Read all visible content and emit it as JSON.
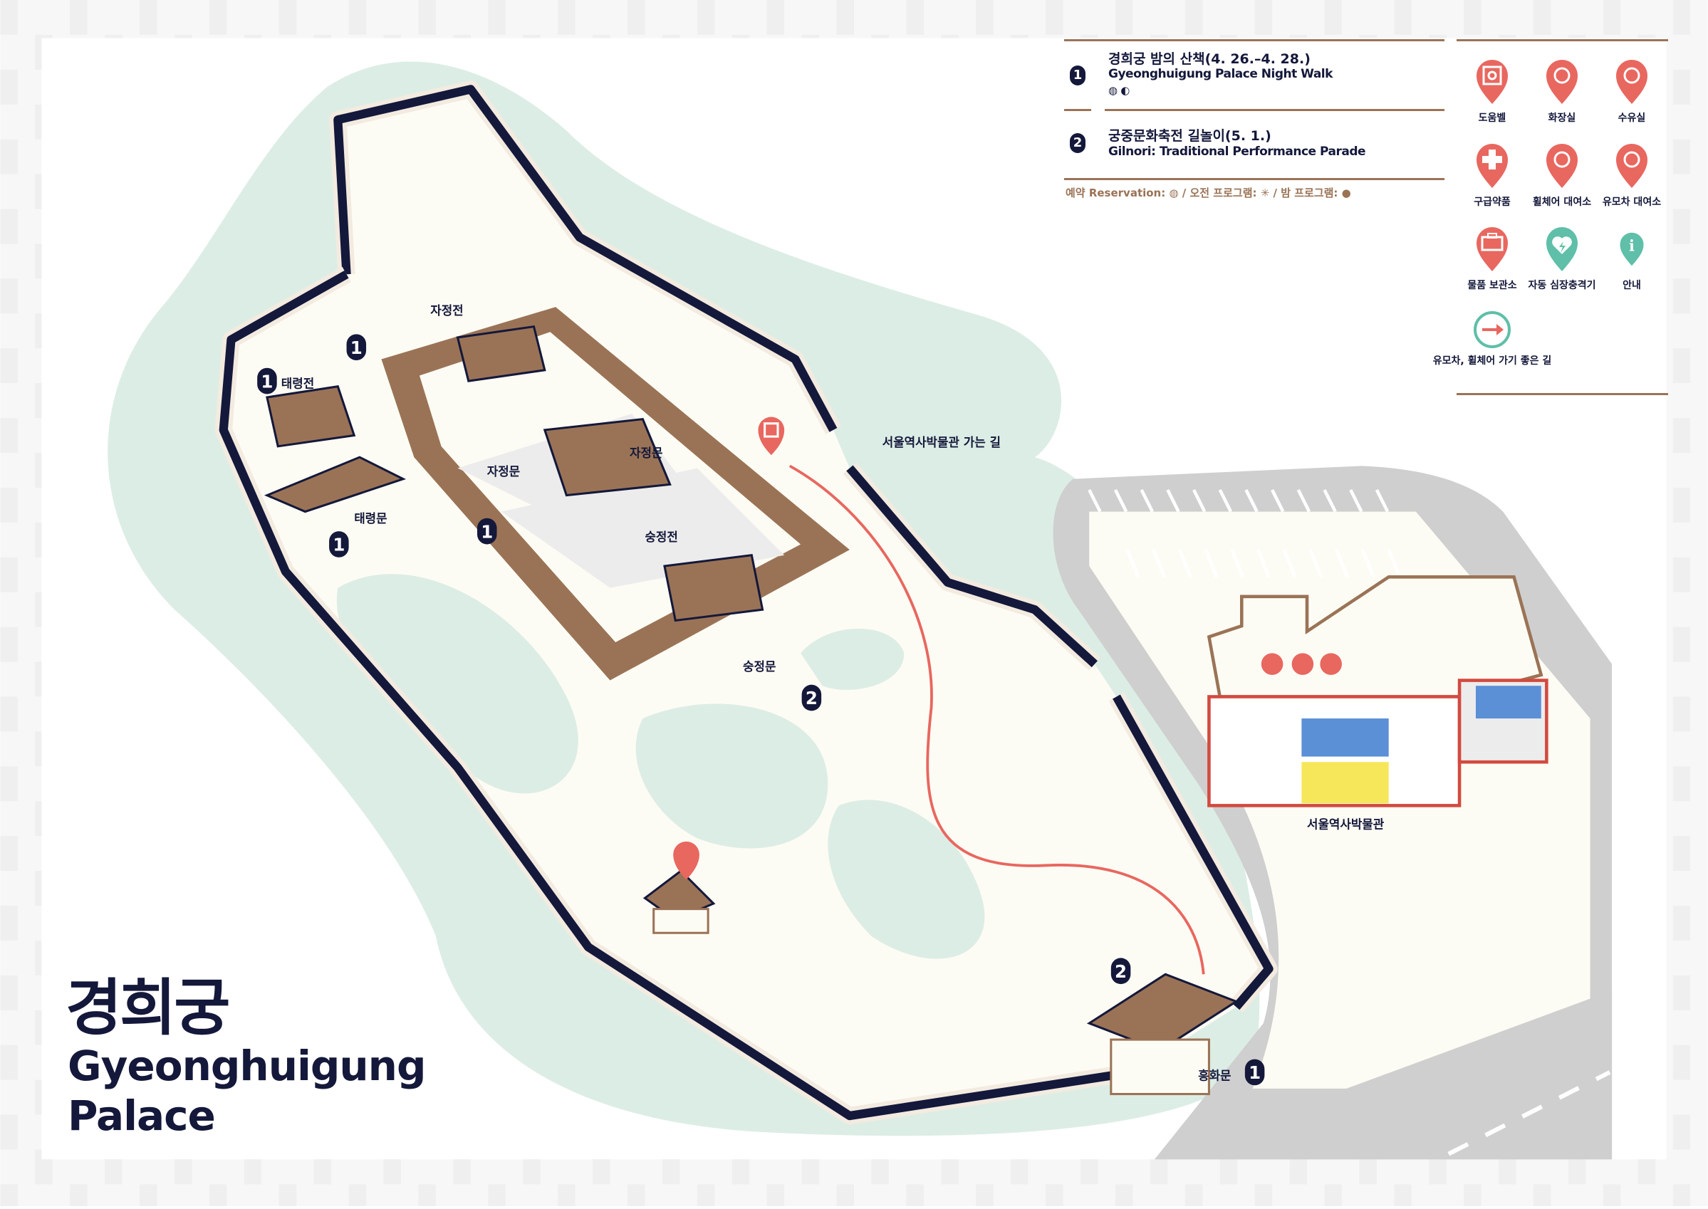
{
  "title": {
    "korean": "경희궁",
    "english_line1": "Gyeonghuigung",
    "english_line2": "Palace"
  },
  "events": [
    {
      "number": "1",
      "korean": "경희궁 밤의 산책(4. 26.–4. 28.)",
      "english": "Gyeonghuigung Palace Night Walk",
      "symbols": "◍ ◐"
    },
    {
      "number": "2",
      "korean": "궁중문화축전 길놀이(5. 1.)",
      "english": "Gilnori: Traditional Performance Parade"
    }
  ],
  "reservation_note": "예약 Reservation: ◍ / 오전 프로그램: ✳ / 밤 프로그램: ●",
  "facilities": [
    {
      "icon": "help-bell-icon",
      "label": "도움벨"
    },
    {
      "icon": "restroom-icon",
      "label": "화장실"
    },
    {
      "icon": "nursing-room-icon",
      "label": "수유실"
    },
    {
      "icon": "first-aid-icon",
      "label": "구급약품"
    },
    {
      "icon": "wheelchair-icon",
      "label": "휠체어 대여소"
    },
    {
      "icon": "stroller-icon",
      "label": "유모차 대여소"
    },
    {
      "icon": "locker-icon",
      "label": "물품 보관소"
    },
    {
      "icon": "aed-icon",
      "label": "자동 심장충격기"
    },
    {
      "icon": "info-icon",
      "label": "안내"
    },
    {
      "icon": "accessible-route-icon",
      "label": "유모차, 휠체어 가기 좋은 길"
    }
  ],
  "map_labels": {
    "jajeongjeon": "자정전",
    "taeryeongjeon": "태령전",
    "taeryeongmun": "태령문",
    "jajeongmun": "자정문",
    "jajeongmun_east": "자정문",
    "sungjeongjeon": "숭정전",
    "sungjeongmun": "숭정문",
    "to_museum": "서울역사박물관 가는 길",
    "museum": "서울역사박물관",
    "heunghwamun": "흥화문"
  },
  "markers": [
    "1",
    "1",
    "1",
    "1",
    "1",
    "2",
    "2"
  ],
  "colors": {
    "navy": "#14183a",
    "brown": "#9a7356",
    "coral": "#e8675f",
    "teal": "#5fbfa8",
    "green": "#dcede5",
    "cream": "#fdfcf4"
  }
}
